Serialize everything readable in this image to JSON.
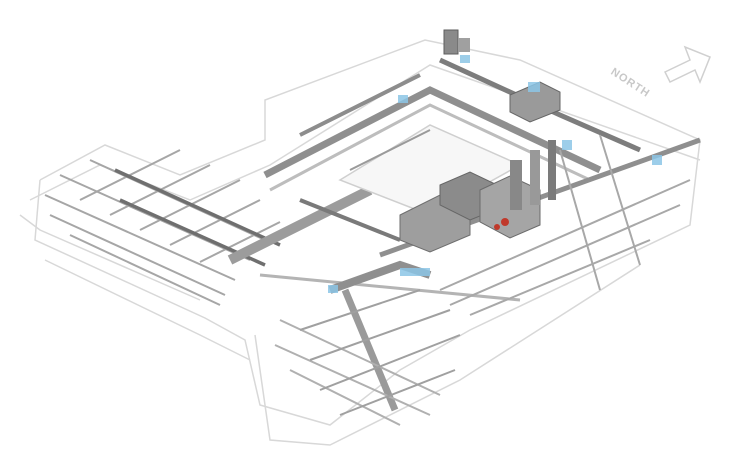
{
  "diagram": {
    "type": "isometric-mep-building-model",
    "description": "3D isometric view of building mechanical, electrical and plumbing systems (ductwork, piping, equipment)",
    "north_indicator": {
      "label": "NORTH",
      "icon": "north-arrow-icon"
    },
    "colors": {
      "background": "#ffffff",
      "duct_main": "#9a9a9a",
      "duct_dark": "#6e6e6e",
      "outline_faint": "#d6d6d6",
      "equipment": "#8c8c8c",
      "highlight_blue": "#8cc6e6",
      "valve_red": "#c0392b"
    }
  }
}
